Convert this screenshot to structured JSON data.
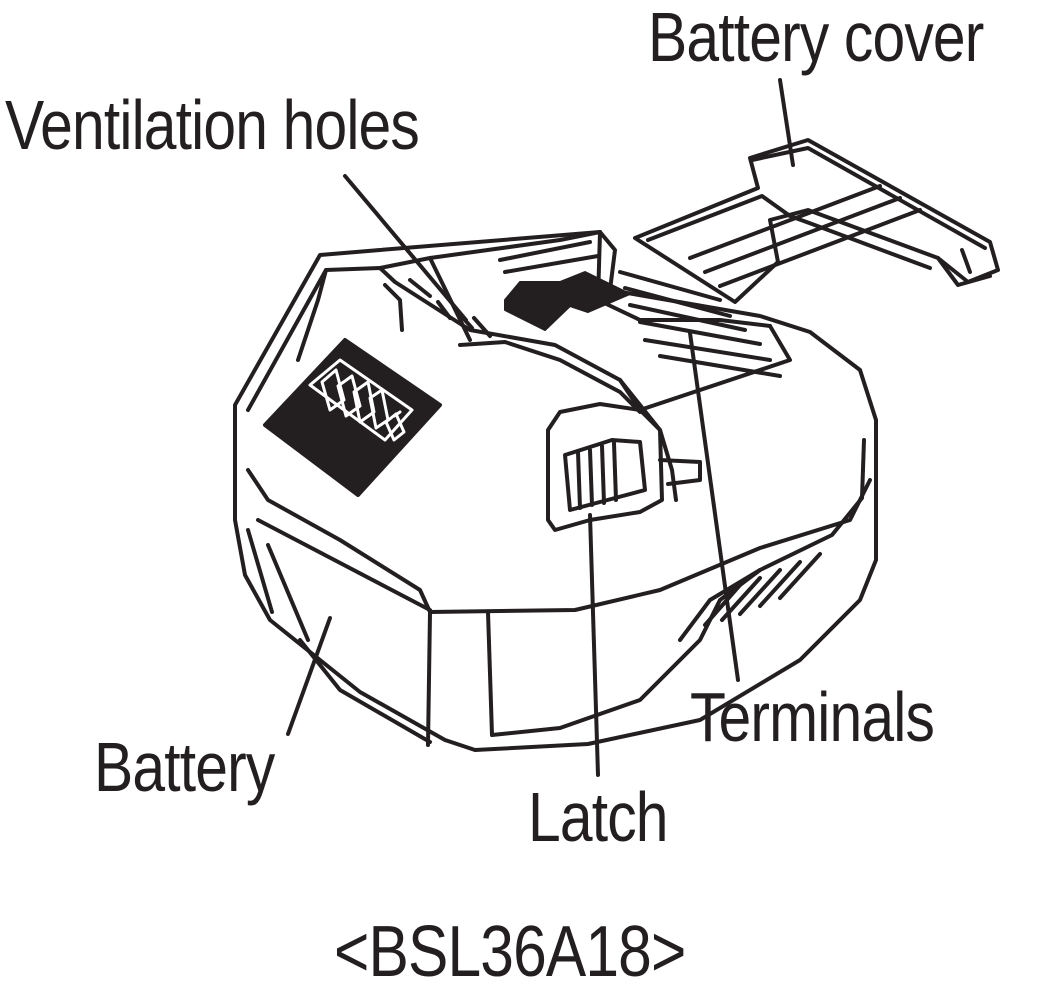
{
  "labels": {
    "battery_cover": "Battery cover",
    "ventilation_holes": "Ventilation holes",
    "terminals": "Terminals",
    "battery": "Battery",
    "latch": "Latch"
  },
  "caption": "<BSL36A18>",
  "colors": {
    "ink": "#231f20",
    "paper": "#ffffff"
  }
}
